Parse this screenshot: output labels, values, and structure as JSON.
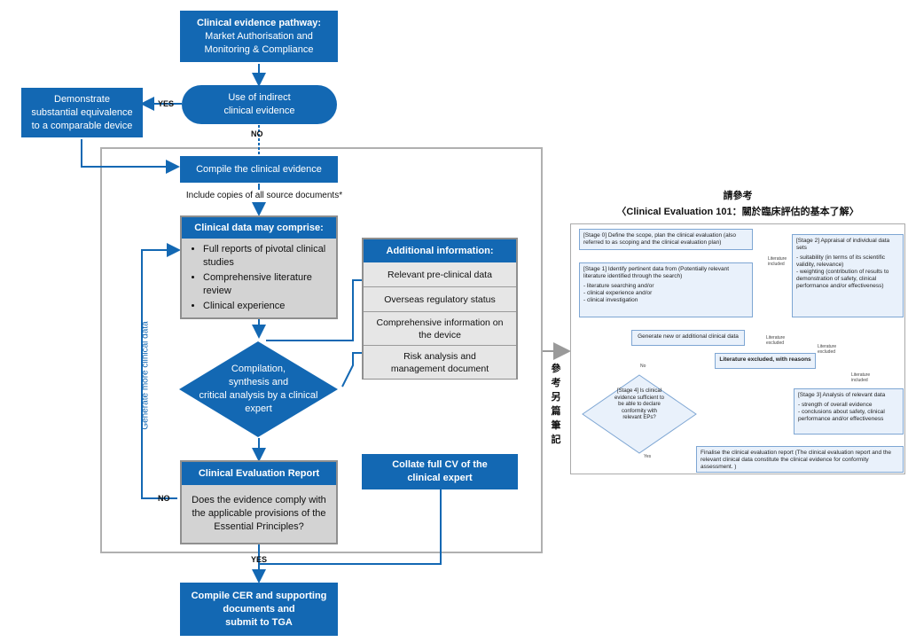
{
  "left": {
    "top_box": {
      "title": "Clinical evidence pathway:",
      "line2": "Market Authorisation and",
      "line3": "Monitoring & Compliance"
    },
    "indirect": {
      "line1": "Use of indirect",
      "line2": "clinical evidence"
    },
    "equivalence": {
      "line1": "Demonstrate",
      "line2": "substantial equivalence",
      "line3": "to a comparable device"
    },
    "yes1": "YES",
    "no1": "NO",
    "compile": "Compile the clinical evidence",
    "include_copies": "Include copies of all source documents*",
    "clinical_data": {
      "title": "Clinical data may comprise:",
      "items": [
        "Full reports of pivotal clinical studies",
        "Comprehensive literature review",
        "Clinical experience"
      ]
    },
    "additional": {
      "title": "Additional information:",
      "items": [
        "Relevant pre-clinical data",
        "Overseas regulatory status",
        "Comprehensive information on the device",
        "Risk analysis and management document"
      ]
    },
    "generate_more": "Generate more clinical data",
    "diamond": {
      "line1": "Compilation,",
      "line2": "synthesis and",
      "line3": "critical analysis by a clinical",
      "line4": "expert"
    },
    "cer": {
      "title": "Clinical Evaluation Report",
      "question": "Does the evidence comply with the applicable provisions of the Essential Principles?"
    },
    "collate": "Collate full CV of the clinical expert",
    "no2": "NO",
    "yes2": "YES",
    "final": {
      "line1": "Compile CER and supporting",
      "line2": "documents and",
      "line3": "submit to TGA"
    }
  },
  "right": {
    "heading1": "請參考",
    "heading2": "〈Clinical Evaluation 101：關於臨床評估的基本了解〉",
    "vertical_note": "參考另篇筆記",
    "stage0": "[Stage 0] Define the scope, plan the clinical evaluation (also referred to as scoping and the clinical evaluation plan)",
    "stage1_head": "[Stage 1] Identify pertinent data from (Potentially relevant literature identified through the search)",
    "stage1_items": [
      "- literature searching and/or",
      "- clinical experience and/or",
      "- clinical investigation"
    ],
    "stage2_head": "[Stage 2] Appraisal of individual data sets",
    "stage2_items": [
      "- suitability (in terms of its scientific validity, relevance)",
      "- weighting (contribution of results to demonstration of safety, clinical performance and/or effectiveness)"
    ],
    "generate_new": "Generate new or additional clinical data",
    "lit_excluded": "Literature excluded, with reasons",
    "stage3_head": "[Stage 3] Analysis of relevant data",
    "stage3_items": [
      "- strength of overall evidence",
      "- conclusions about safety, clinical performance and/or effectiveness"
    ],
    "stage4": "[Stage 4] Is clinical evidence sufficient to be able to declare conformity with relevant EPs?",
    "finalise": "Finalise the clinical evaluation report (The clinical evaluation report and the relevant clinical data constitute the clinical evidence for conformity assessment. )",
    "lbl_included1": "Literature included",
    "lbl_excluded1": "Literature excluded",
    "lbl_excluded2": "Literature excluded",
    "lbl_included2": "Literature included",
    "lbl_no": "No",
    "lbl_yes": "Yes"
  },
  "colors": {
    "primary_blue": "#1368b3",
    "gray_panel": "#d3d3d3",
    "light_blue": "#e9f1fb"
  }
}
